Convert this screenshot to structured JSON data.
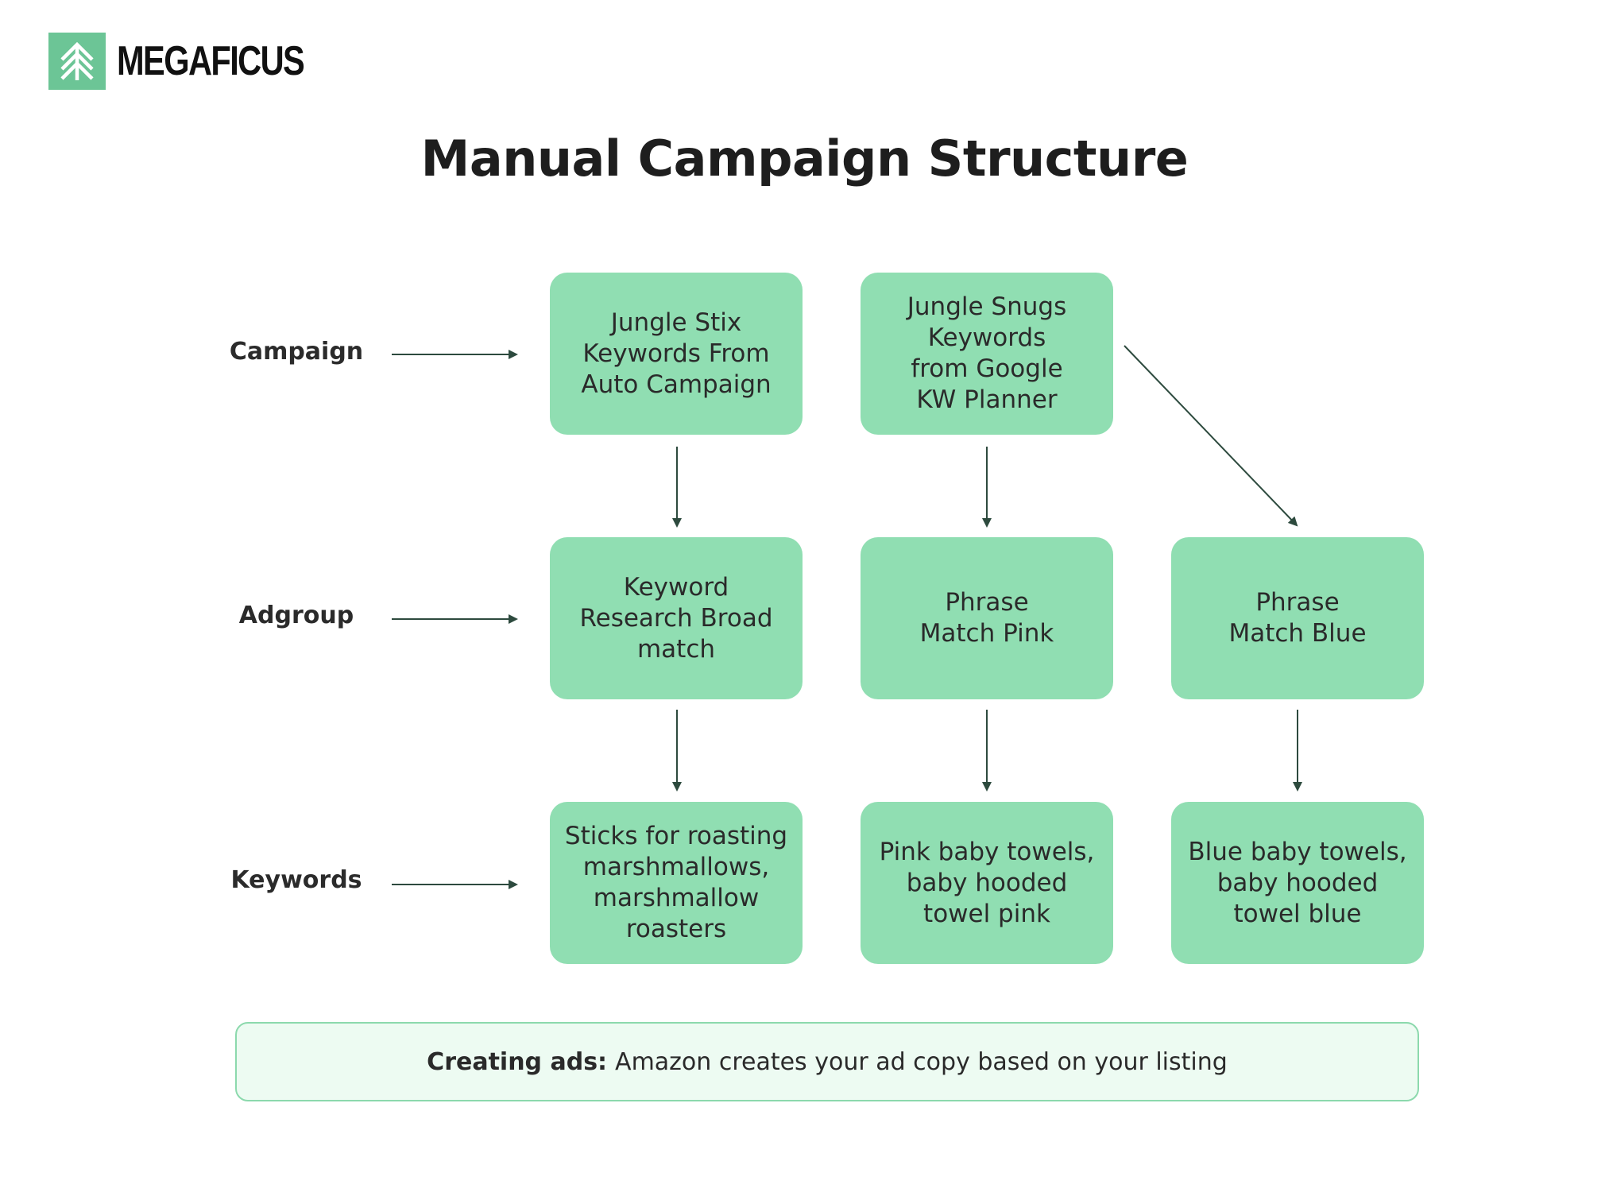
{
  "brand": {
    "name": "MEGAFICUS",
    "color": "#6cc596",
    "icon": "tree-icon"
  },
  "title": "Manual Campaign Structure",
  "rows": {
    "campaign": "Campaign",
    "adgroup": "Adgroup",
    "keywords": "Keywords"
  },
  "nodes": {
    "campaign_1": "Jungle Stix Keywords From Auto Campaign",
    "campaign_2": "Jungle Snugs Keywords from Google KW Planner",
    "adgroup_1": "Keyword Research Broad match",
    "adgroup_2": "Phrase Match Pink",
    "adgroup_3": "Phrase Match Blue",
    "keywords_1": "Sticks for roasting marshmallows, marshmallow roasters",
    "keywords_2": "Pink baby towels, baby hooded towel pink",
    "keywords_3": "Blue baby towels, baby hooded towel blue"
  },
  "footer": {
    "label": "Creating ads:",
    "text": "Amazon creates your ad copy based on your listing"
  },
  "colors": {
    "node_fill": "#90deb2",
    "arrow": "#2d4a3e",
    "footer_fill": "#edfbf2",
    "footer_border": "#8cd9ad"
  }
}
